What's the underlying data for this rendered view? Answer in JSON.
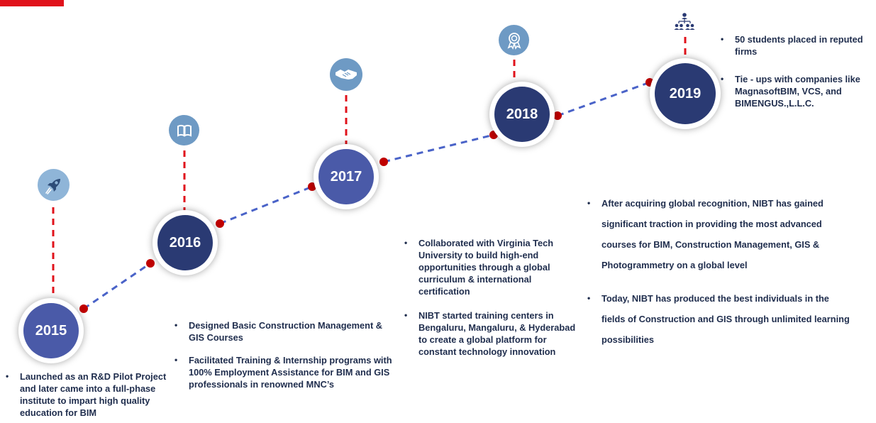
{
  "colors": {
    "accent_red": "#e0121b",
    "dot_red": "#c00000",
    "dash_blue": "#4a63c8",
    "navy": "#2a3a73",
    "indigo": "#4a5aa8",
    "text": "#1f2d4d",
    "icon_blue": "#6e9ac4",
    "icon_light": "#8fb5d8"
  },
  "milestones": [
    {
      "year": "2015",
      "icon": "rocket-icon",
      "bullets": [
        "Launched as an R&D Pilot Project and later came into a full-phase institute to impart high quality education for BIM"
      ]
    },
    {
      "year": "2016",
      "icon": "book-icon",
      "bullets": [
        "Designed Basic Construction Management & GIS Courses",
        "Facilitated Training & Internship programs with 100% Employment Assistance for BIM and GIS professionals in renowned MNC’s"
      ]
    },
    {
      "year": "2017",
      "icon": "handshake-icon",
      "bullets": [
        "Collaborated with Virginia Tech University to build high-end opportunities through a global curriculum & international certification",
        "NIBT started training centers in Bengaluru, Mangaluru, & Hyderabad to create a global platform for constant technology innovation"
      ]
    },
    {
      "year": "2018",
      "icon": "award-icon",
      "bullets": [
        "After acquiring global recognition, NIBT has gained significant traction in providing the most advanced courses for BIM, Construction Management, GIS & Photogrammetry on a global level",
        "Today, NIBT has produced the best individuals in the fields of Construction and GIS through unlimited learning possibilities"
      ]
    },
    {
      "year": "2019",
      "icon": "network-icon",
      "bullets": [
        "50 students placed in reputed firms",
        "Tie - ups with companies like MagnasoftBIM, VCS, and BIMENGUS.,L.L.C."
      ]
    }
  ]
}
